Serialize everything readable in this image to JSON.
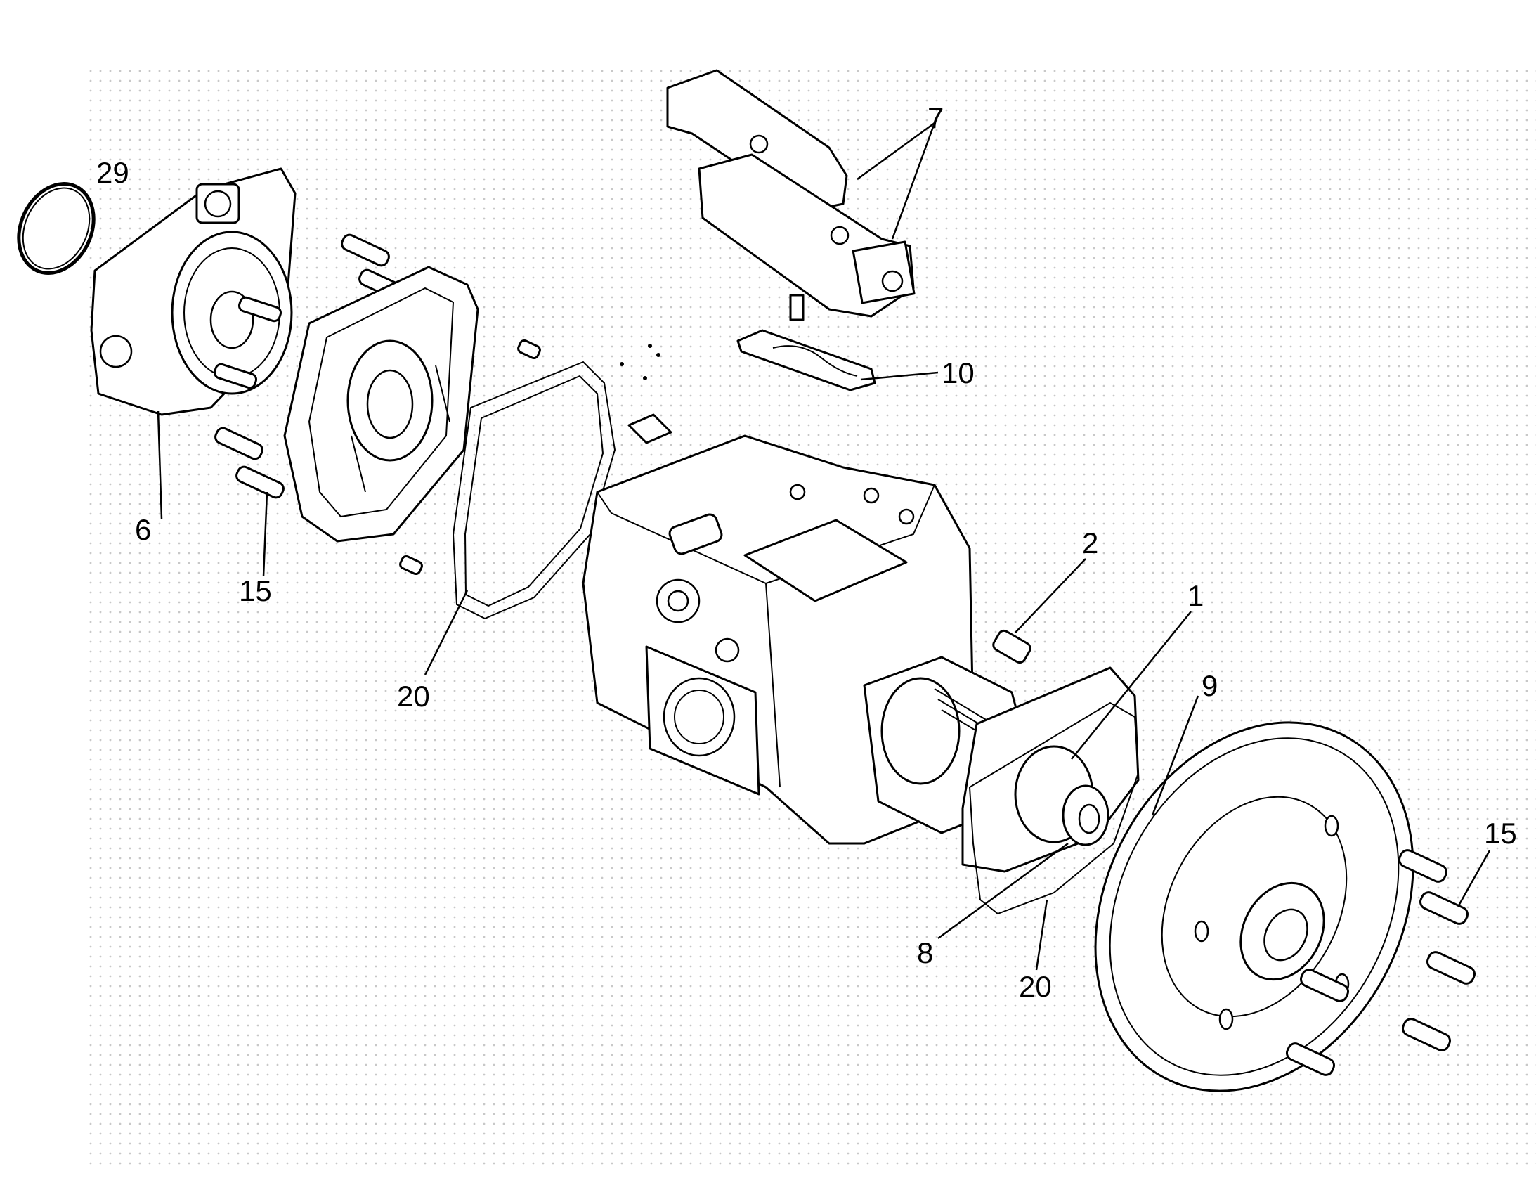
{
  "callouts": {
    "c29": "29",
    "c7": "7",
    "c10": "10",
    "c6": "6",
    "c15_left": "15",
    "c20_left": "20",
    "c2": "2",
    "c1": "1",
    "c9": "9",
    "c15_right": "15",
    "c8": "8",
    "c20_right": "20"
  },
  "colors": {
    "line": "#000000",
    "dots": "#c8c8c8",
    "background": "#ffffff"
  }
}
